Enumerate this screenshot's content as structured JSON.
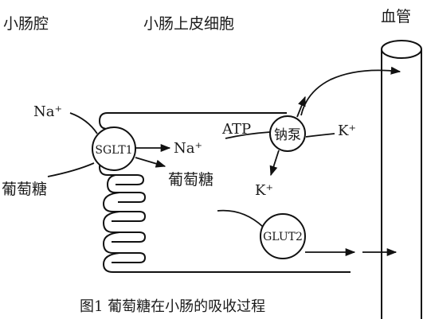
{
  "labels": {
    "lumen": "小肠腔",
    "epithelial_cell": "小肠上皮细胞",
    "blood_vessel": "血管",
    "na_in": "Na⁺",
    "glucose_left": "葡萄糖",
    "sglt1": "SGLT1",
    "na_inside": "Na⁺",
    "glucose_inside": "葡萄糖",
    "atp": "ATP",
    "sodium_pump": "钠泵",
    "k_in": "K⁺",
    "k_out": "K⁺",
    "glut2": "GLUT2",
    "caption": "图1  葡萄糖在小肠的吸收过程"
  }
}
